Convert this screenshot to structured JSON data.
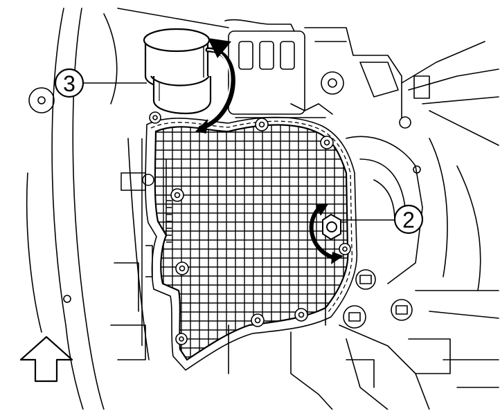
{
  "callouts": [
    {
      "id": "callout-3",
      "label": "3"
    },
    {
      "id": "callout-2",
      "label": "2"
    }
  ],
  "colors": {
    "ink": "#000000",
    "paper": "#ffffff"
  },
  "icons": {
    "direction": "up-arrow-icon",
    "filter_rotation": "curved-arrow-icon",
    "plug_rotation": "curved-arrow-icon"
  }
}
